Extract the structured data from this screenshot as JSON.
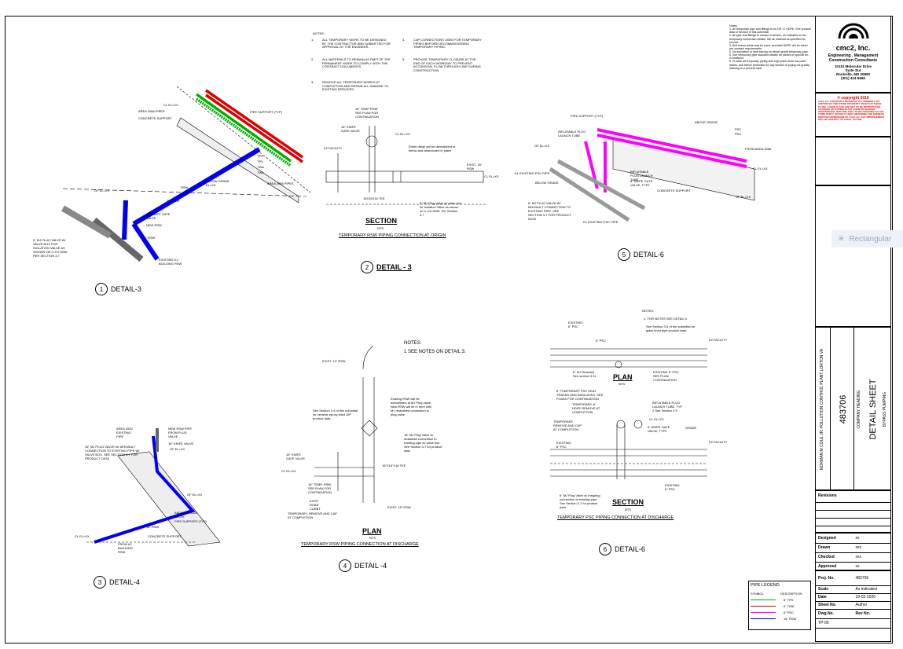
{
  "colors": {
    "tps": "#00b000",
    "twa": "#e00000",
    "psc": "#ff00ff",
    "rsw": "#0000ee",
    "ink": "#000000",
    "ghost": "#9aa8c0"
  },
  "notes": {
    "title": "NOTES:",
    "items": [
      "ALL TEMPORARY WORK TO BE DESIGNED BY THE CONTRACTOR AND SUBMITTED FOR APPROVAL BY THE ENGINEER.",
      "ALL MATERIALS TO REMAIN AS PART OF THE PERMANENT WORK TO COMPLY WITH THE CONTRACT DOCUMENTS.",
      "REMOVE ALL TEMPORARY WORKS AT COMPLETION AND REPAIR ALL DAMAGE TO EXISTING SERVICES.",
      "CAP CONNECTIONS USED FOR TEMPORARY PIPING BEFORE DECOMMISSIONING TEMPORARY PIPING.",
      "PROVIDE TEMPORARY CLOSURE AT THE END OF EACH WORKDAY TO PREVENT ACCIDENTAL FLOW THROUGH LINE DURING CONSTRUCTION."
    ],
    "nums": [
      "1.",
      "2.",
      "3.",
      "4.",
      "5."
    ]
  },
  "side_notes": "Notes:\n1. All temporary pipe and fittings to be DR 17 HDPE. See product data in Section of this submittal.\n2. All pipe and fittings to remain in service, as indicated on the temporary connection details, will be material as specified for service.\n3. Butt fusion joints may be used, provided HDPE will be fused per contract requirements.\n4. No insulation or heat tracing on above grade temporary pipe.\n5. See temporary pipe standard details for pieces of specific tie-in locations.\n6. Provide all temporary piping with high point vents low point drains, and freeze protection for any section of piping not gravity draining to a process tank.",
  "details": {
    "d1": {
      "num": "1",
      "title": "DETAIL-3",
      "labels": [
        "CL EL=XX",
        "AREA 2086 PIPES",
        "CONCRETE SUPPORT",
        "PIPE SUPPORT (TYP)",
        "TPS",
        "TPS",
        "TWA",
        "TWA",
        "BELOW GRADE EL=XX",
        "AREA 2086 PIPES",
        "RSW",
        "16\" RSW",
        "GF EL=XX",
        "16\" KNIFE GATE VALVE",
        "NEW RSW",
        "RSW",
        "6\" MJ PLUG VALVE W/ VALVE BOX FOR ISOLATION VALVE AS SHOWN ON C-CV-2006 PER SECTION 3.7",
        "EXISTING K2 BUILDING RSW"
      ]
    },
    "d2": {
      "num": "2",
      "title": "DETAIL - 3",
      "section": "SECTION",
      "nts": "NTS",
      "subtitle": "TEMPORARY RSW PIPING CONNECTION AT ORIGIN",
      "labels": [
        "16\" TEMP RSW SEE PLAN FOR CONTINUATION",
        "16\" KNIFE GATE VALVE",
        "CL EL=XX",
        "K2 FACILITY",
        "Entire detail will be demolished to below and abandoned in place",
        "EXIST. 16\" RSW",
        "CL EL=XX",
        "16X16X16 TEE",
        "6\" MJ Plug Valve w/ valve box for Isolation Valve as shown on C-CV-2006. Per Section 3.7"
      ]
    },
    "d3": {
      "num": "3",
      "title": "DETAIL-4",
      "labels": [
        "AREA 2020 EXISTING PIPE",
        "NEW RSW PIPE FROM PLUG VALVE",
        "16\" KNIFE VALVE",
        "GF EL=XX",
        "16\" MJ PLUG VALVE W/ MH/VAULT CONNECTION TO EXISTING PIPE W/ VALVE BOX. SEE SECTION 3.7 FOR PRODUCT DATA",
        "GF EL=XX",
        "ABOVE GRADE EL=XX",
        "PIPE SUPPORT (TYP)",
        "16\" RSW",
        "CL EL=XX",
        "CONCRETE SUPPORT",
        "FROM K2 BUILDING RSW"
      ]
    },
    "d4": {
      "num": "4",
      "title": "DETAIL -4",
      "plan": "PLAN",
      "nts": "NTS",
      "subtitle": "TEMPORARY RSW PIPING CONNECTION AT DISCHARGE",
      "notes_title": "NOTES:",
      "notes_text": "1 SEE NOTES ON DETAIL 3.",
      "labels": [
        "EXIST. 12\" RSW",
        "See Section 3.4 of this submittal for ceramic epoxy lined DIP product data.",
        "Existing RSW will be demolished at MJ Plug valve. New RSW will tie in here with MJ restrained connection to plug valve.",
        "16\" MJ Plug Valve w/ mossless connection to existing pipe w/ valve box. See Section 3.7 for product data",
        "16\" KNIFE GATE VALVE",
        "CL EL=XX",
        "16\"X16\"X16 TEE",
        "16\" TEMP. RSW SEE PLAN FOR CONTINUATION",
        "EXIST ROAD CURBT",
        "TEMPORARY, REMOVE AND CAP AT COMPLETION",
        "EXIST. 16\" RSW"
      ]
    },
    "d5": {
      "num": "5",
      "title": "DETAIL-6",
      "labels": [
        "PIPE SUPPORT (TYP)",
        "ABOVE GRADE",
        "PSC",
        "PSC",
        "INFLATABLE PLUG LAUNCH TUBE",
        "GF EL=XX",
        "FROM AREA 2086",
        "K1 EXISTING PSC PIPE",
        "INFLATABLE PLUG LAUNCH TUBE",
        "6\" KNIFE GATE VALVE, TYP2",
        "CL EL=XX",
        "BELOW GRADE",
        "CONCRETE SUPPORT",
        "GF EL=XX",
        "6\" MJ PLUG VALVE W/ MH/VAULT CONNECTION TO EXISTING PIPE. SEE SECTION 3.7 FOR PRODUCT DATA",
        "K1 EXISTING PSC PIPE"
      ]
    },
    "d6": {
      "num": "6",
      "title": "DETAIL-6",
      "plan": "PLAN",
      "section": "SECTION",
      "nts": "NTS",
      "subtitle": "TEMPORARY PSC PIPING CONNECTION AT DISCHARGE",
      "notes_title": "NOTES:",
      "notes_text": "1. FOR NOTES SEE DETAIL 5.",
      "labels": [
        "EXISTING 6\" PSC",
        "See Section 3.5 of the submittal for glass lined pipe product data.",
        "6\" PSC",
        "K2 FACILITY",
        "6\" MJ Restraint See section 3.11",
        "EXISTING 6\" PSC SEE PLAN CONTINUATION",
        "6\" TEMPORARY PSC HEAT TRACED AND INSULATED. SEE PLANS FOR CONTINUATION",
        "TEMPORARY, REMOVE AND CAP AT COMPLETION",
        "TEMPORARY, 6\" HDPE REMOVE AT COMPLETION",
        "INFLATABLE PLUG LAUNCH TUBE, TYP 2 See Section 3.9",
        "CL EL=XX",
        "6\" KNIFE GATE VALVE, TYP2",
        "GRADE",
        "EXISTING 6\" PSC",
        "K2 FACILITY",
        "EXISTING 6\" PSC",
        "6\" MJ Plug Valve w/ megalug connection to existing pipe. See Section 3.7 for product data"
      ]
    }
  },
  "legend": {
    "title": "PIPE LEGEND",
    "col_symbol": "SYMBOL",
    "col_desc": "DESCRIPTION",
    "rows": [
      {
        "key": "tps",
        "label": "6\" TPS"
      },
      {
        "key": "twa",
        "label": "6\" TWA"
      },
      {
        "key": "psc",
        "label": "6\" PSC"
      },
      {
        "key": "rsw",
        "label": "16\" RSW"
      }
    ]
  },
  "title_block": {
    "company": "cmc2, Inc.",
    "tagline": "Engineering , Management Construction Consultants",
    "address1": "10110 Molecular Drive",
    "address2": "Suite 314",
    "address3": "Rockville, MD 20850",
    "phone": "(301) 424-5696",
    "copyright_title": "© copyright 2019",
    "copyright_text": "cmc2, Inc. EXPRESSLY RESERVES ITS COMMON LAW COPYRIGHT AND OTHER PROPERTY RIGHTS IN THESE PLANS. THESE PLANS ARE NOT TO BE REPRODUCED, CHANGED OR COPIED IN ANY FORM OR MANNER WHATSOEVER, NOR ARE THEY TO BE ASSIGNED TO ANY THIRD PARTY, WITHOUT FIRST OBTAINING THE EXPRESS WRITTEN PERMISSION OF cmc2, Inc. ANY INFRINGEMENT WILL BE SUBJECT TO LEGAL ACTION.",
    "project_number": "483706",
    "project_name": "NORMAN M COLE JR. POLLUTION CONTROL PLANT LORTON VA",
    "company_heading": "COMPANY HEADING",
    "sheet_title": "DETAIL SHEET",
    "sheet_subtitle": "BYPASS PUMPING",
    "revisions": "Revisions",
    "rows": [
      {
        "label": "Designed",
        "value": "xx"
      },
      {
        "label": "Drawn",
        "value": "xxx"
      },
      {
        "label": "Checked",
        "value": "xxx"
      },
      {
        "label": "Approved",
        "value": "xx"
      }
    ],
    "proj_label": "Proj. No.",
    "proj_value": "483706",
    "scale_label": "Scale",
    "scale_value": "As indicated",
    "date_label": "Date",
    "date_value": "19-02-2020",
    "sheet_no_label": "Sheet No.",
    "sheet_no_value": "Author",
    "dwg_label": "Dwg.No.",
    "rev_label": "Rev No.",
    "dwg_value": "TP-06"
  },
  "overlay": {
    "label": "Rectangular"
  }
}
